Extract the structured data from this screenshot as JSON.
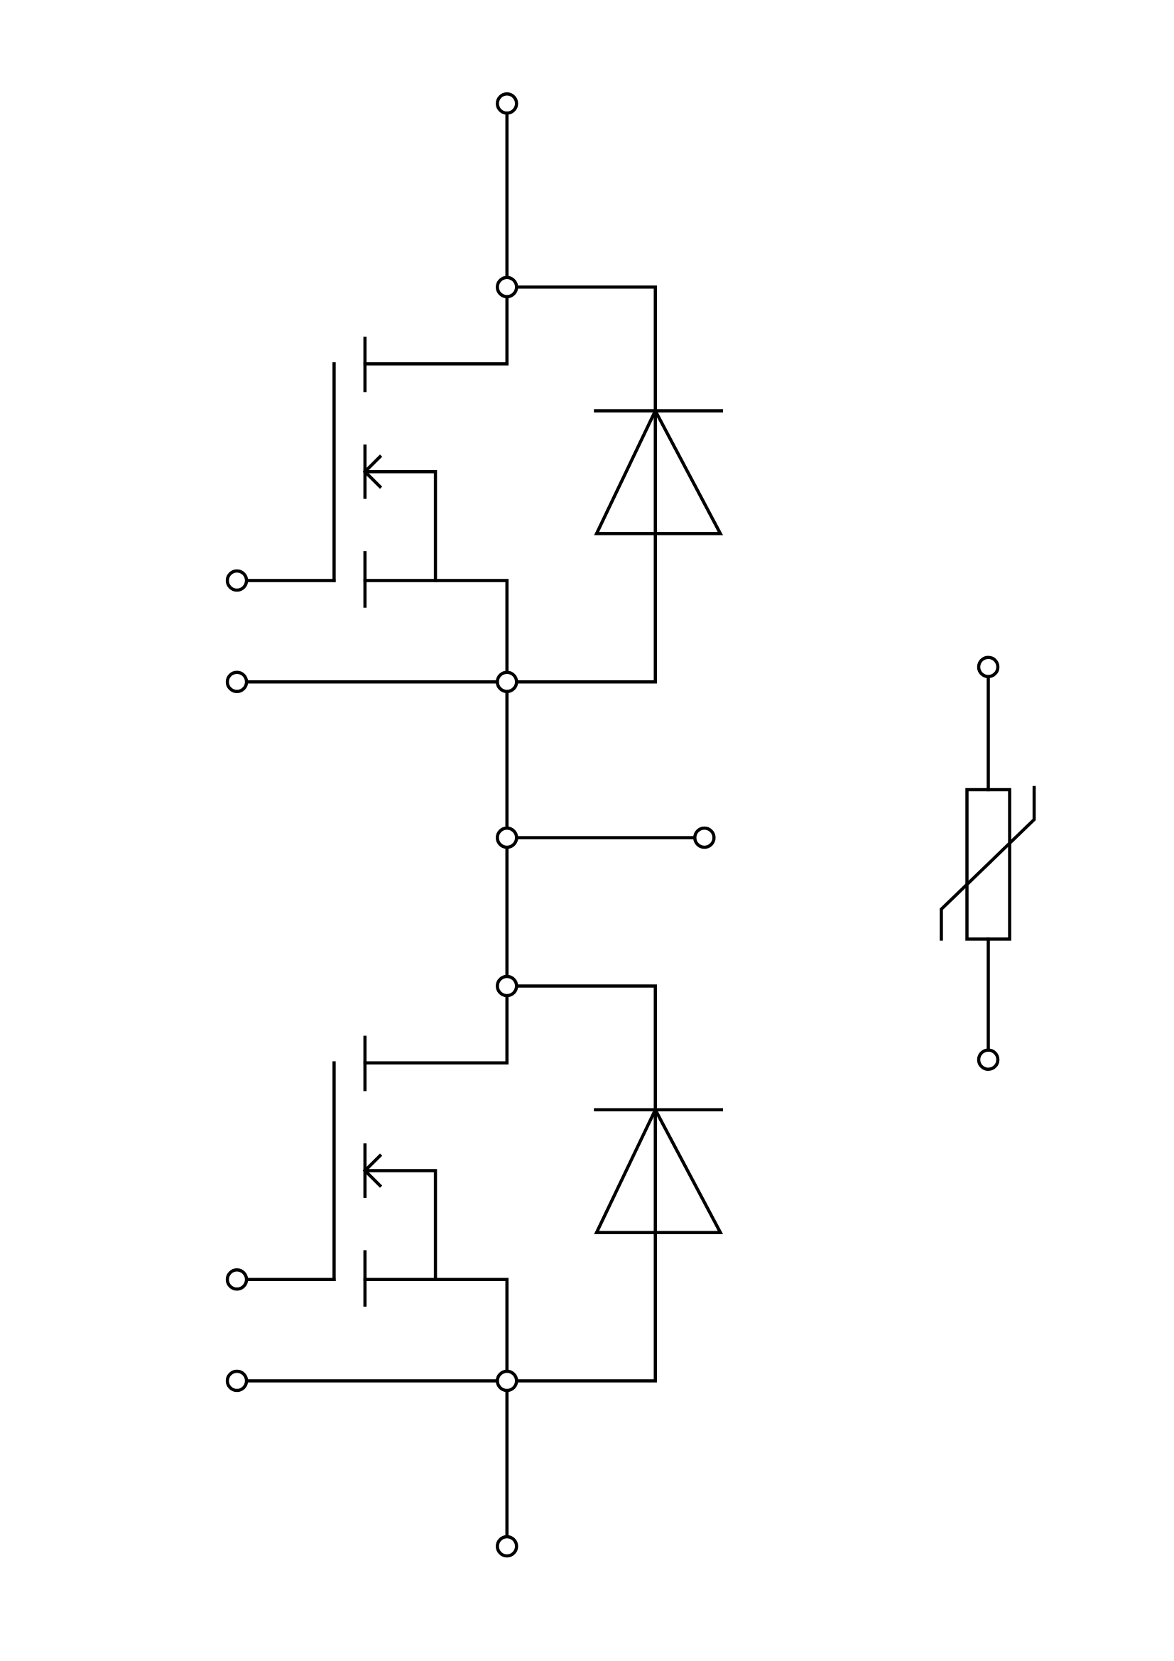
{
  "diagram": {
    "type": "circuit-schematic",
    "colors": {
      "line": "#000000",
      "background": "#ffffff",
      "terminal_fill": "#ffffff"
    },
    "components": [
      {
        "id": "upper-mosfet",
        "kind": "n-channel-mosfet"
      },
      {
        "id": "upper-diode",
        "kind": "freewheeling-diode"
      },
      {
        "id": "lower-mosfet",
        "kind": "n-channel-mosfet"
      },
      {
        "id": "lower-diode",
        "kind": "freewheeling-diode"
      },
      {
        "id": "ntc-thermistor",
        "kind": "temperature-dependent-resistor"
      }
    ],
    "terminals": [
      {
        "id": "upper-drain"
      },
      {
        "id": "upper-gate"
      },
      {
        "id": "upper-source"
      },
      {
        "id": "output"
      },
      {
        "id": "lower-gate"
      },
      {
        "id": "lower-source"
      },
      {
        "id": "lower-rail"
      },
      {
        "id": "thermistor-top"
      },
      {
        "id": "thermistor-bottom"
      }
    ],
    "junctions": [
      {
        "id": "upper-drain-junction"
      },
      {
        "id": "upper-source-junction"
      },
      {
        "id": "output-junction"
      },
      {
        "id": "lower-drain-junction"
      },
      {
        "id": "lower-source-junction"
      }
    ]
  }
}
